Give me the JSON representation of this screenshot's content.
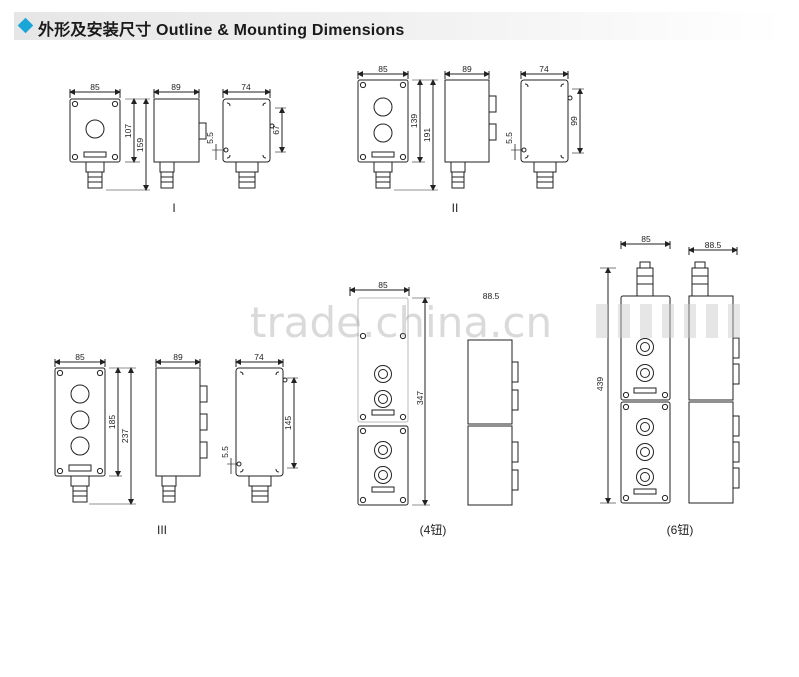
{
  "header": {
    "title": "外形及安装尺寸 Outline & Mounting Dimensions",
    "accent_color": "#1aa7d8"
  },
  "figures": {
    "fig1": {
      "caption": "I",
      "width_front": "85",
      "depth_side": "89",
      "width_back": "74",
      "h_inner": "107",
      "h_total": "159",
      "h_mount": "67",
      "offset": "5.5"
    },
    "fig2": {
      "caption": "II",
      "width_front": "85",
      "depth_side": "89",
      "width_back": "74",
      "h_inner": "139",
      "h_total": "191",
      "h_mount": "99",
      "offset": "5.5"
    },
    "fig3": {
      "caption": "III",
      "width_front": "85",
      "depth_side": "89",
      "width_back": "74",
      "h_inner": "185",
      "h_total": "237",
      "h_mount": "145",
      "offset": "5.5"
    },
    "fig4": {
      "caption": "(4钮)",
      "width_front": "85",
      "depth_side": "88.5",
      "h_total": "347"
    },
    "fig6": {
      "caption": "(6钮)",
      "width_front": "85",
      "depth_side": "88.5",
      "h_total": "439"
    }
  },
  "watermark": {
    "text": "trade.china.cn"
  }
}
